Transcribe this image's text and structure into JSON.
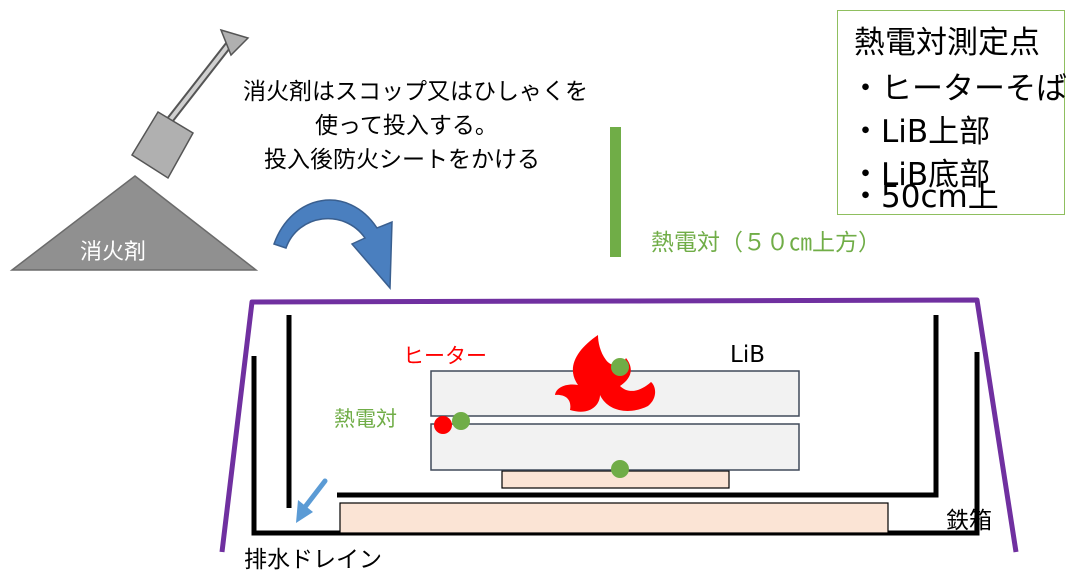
{
  "colors": {
    "pile": "#909090",
    "scoop": "#b0b0b0",
    "arrow_fill": "#4a7fbf",
    "arrow_stroke": "#3a5f8f",
    "tarp": "#7030a0",
    "wall": "#000000",
    "battery_fill": "#f2f2f2",
    "battery_stroke": "#404a5a",
    "tray": "#fbe4d5",
    "thermocouple": "#70ad47",
    "heater": "#ff0000",
    "flame": "#ff0000",
    "drain_arrow": "#5b9bd5"
  },
  "icons": {
    "scoop": "scoop-icon",
    "pile": "extinguisher-pile-icon",
    "curved_arrow": "curved-arrow-icon",
    "flame": "flame-icon",
    "drain_arrow": "drain-arrow-icon"
  },
  "labels": {
    "pile": "消火剤",
    "instruction_line1": "消火剤はスコップ又はひしゃくを",
    "instruction_line2": "使って投入する。",
    "instruction_line3": "投入後防火シートをかける",
    "thermocouple_upper": "熱電対（５０㎝上方）",
    "heater": "ヒーター",
    "lib": "LiB",
    "thermocouple": "熱電対",
    "iron_box": "鉄箱",
    "drain": "排水ドレイン"
  },
  "legend": {
    "title": "熱電対測定点",
    "items": [
      "・ヒーターそば",
      "・LiB上部",
      "・LiB底部",
      "・50cm上"
    ]
  }
}
